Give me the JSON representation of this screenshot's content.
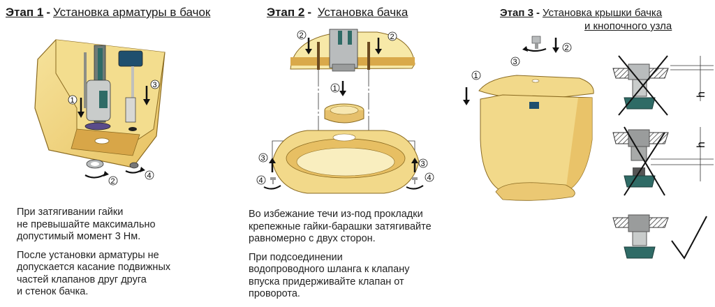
{
  "stage1": {
    "stage_label": "Этап 1",
    "dash": "-",
    "title": "Установка арматуры в бачок",
    "notes": [
      "При затягивании гайки\nне превышайте максимально\nдопустимый момент 3 Нм.",
      "После установки арматуры не\nдопускается касание подвижных\nчастей клапанов друг друга\nи стенок бачка."
    ],
    "markers": [
      "1",
      "2",
      "3",
      "4"
    ]
  },
  "stage2": {
    "stage_label": "Этап 2",
    "dash": "-",
    "title": "Установка бачка",
    "notes": [
      "Во избежание течи из-под прокладки\nкрепежные гайки-барашки затягивайте\nравномерно с двух сторон.",
      "При подсоединении\nводопроводного шланга к клапану\nвпуска придерживайте клапан от\nпроворота."
    ],
    "markers": [
      "1",
      "2",
      "2",
      "3",
      "3",
      "4",
      "4"
    ]
  },
  "stage3": {
    "stage_label": "Этап 3",
    "dash": "-",
    "title_line1": "Установка крышки бачка",
    "title_line2": "и кнопочного узла",
    "markers": [
      "1",
      "2",
      "3"
    ],
    "dimension_label": "h",
    "button_fit_variants": [
      {
        "state": "wrong",
        "mark": "cross"
      },
      {
        "state": "wrong",
        "mark": "cross"
      },
      {
        "state": "correct",
        "mark": "check"
      }
    ]
  },
  "colors": {
    "tank": "#f2d98a",
    "tank_dark": "#d9a94a",
    "tank_shade": "#c8923a",
    "valve_teal": "#2f6b66",
    "valve_blue": "#1f4f6e",
    "metal": "#b9bcbd",
    "text": "#1a1a1a"
  }
}
